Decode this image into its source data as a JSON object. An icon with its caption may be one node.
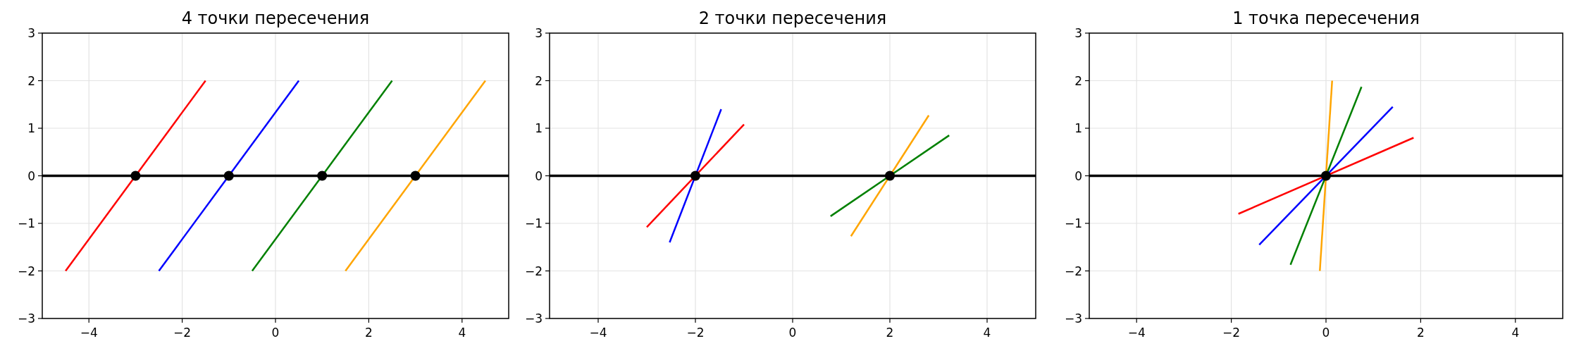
{
  "diagram": {
    "labels": [
      "4 точки пересечения",
      "3",
      "2",
      "1",
      "0",
      "−1",
      "−2",
      "−3",
      "−4",
      "−2",
      "0",
      "2",
      "4",
      "2 точки пересечения",
      "3",
      "2",
      "1",
      "0",
      "−1",
      "−2",
      "−3",
      "−4",
      "−2",
      "0",
      "2",
      "4",
      "1 точка пересечения",
      "3",
      "2",
      "1",
      "0",
      "−1",
      "−2",
      "−3",
      "−4",
      "−2",
      "0",
      "2",
      "4"
    ]
  }
}
